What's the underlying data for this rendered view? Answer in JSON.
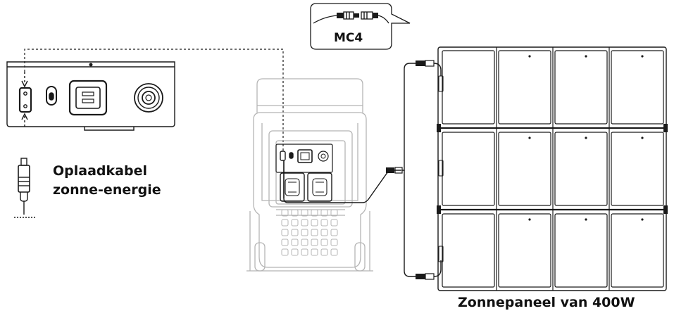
{
  "labels": {
    "charging_cable_line1": "Oplaadkabel",
    "charging_cable_line2": "zonne-energie",
    "connector": "MC4",
    "solar_panel": "Zonnepaneel van 400W"
  },
  "colors": {
    "line": "#1a1a1a",
    "faded_device": "#b5b5b5",
    "background": "#ffffff"
  },
  "icons": [
    "charging-port-icon",
    "solar-cable-plug-icon",
    "mc4-connector-icon",
    "power-station-icon",
    "solar-panel-icon"
  ]
}
